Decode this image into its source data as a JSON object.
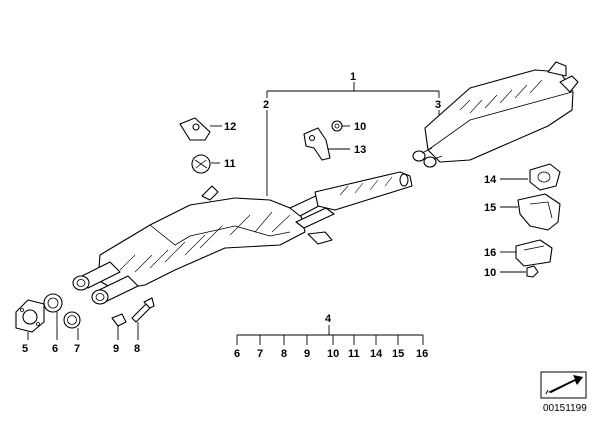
{
  "callouts": {
    "c1": "1",
    "c2": "2",
    "c3": "3",
    "c12": "12",
    "c11": "11",
    "c10a": "10",
    "c13": "13",
    "c14": "14",
    "c15": "15",
    "c16": "16",
    "c10b": "10",
    "c5": "5",
    "c6": "6",
    "c7": "7",
    "c9": "9",
    "c8": "8",
    "c4": "4"
  },
  "kit_row": [
    "6",
    "7",
    "8",
    "9",
    "10",
    "11",
    "14",
    "15",
    "16"
  ],
  "reference_number": "00151199"
}
